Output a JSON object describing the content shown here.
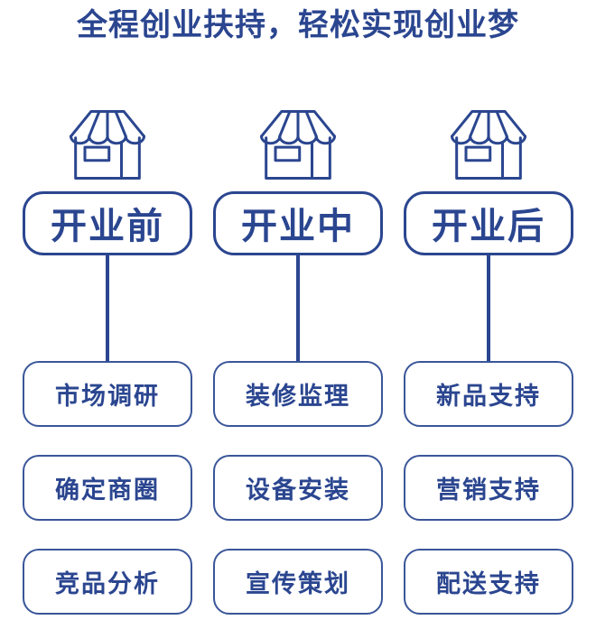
{
  "title": "全程创业扶持，轻松实现创业梦",
  "colors": {
    "primary": "#2B4690",
    "border": "#3A5699",
    "background": "#FFFFFF"
  },
  "columns": [
    {
      "icon": "storefront-icon",
      "header": "开业前",
      "items": [
        "市场调研",
        "确定商圈",
        "竞品分析"
      ]
    },
    {
      "icon": "storefront-icon",
      "header": "开业中",
      "items": [
        "装修监理",
        "设备安装",
        "宣传策划"
      ]
    },
    {
      "icon": "storefront-icon",
      "header": "开业后",
      "items": [
        "新品支持",
        "营销支持",
        "配送支持"
      ]
    }
  ]
}
